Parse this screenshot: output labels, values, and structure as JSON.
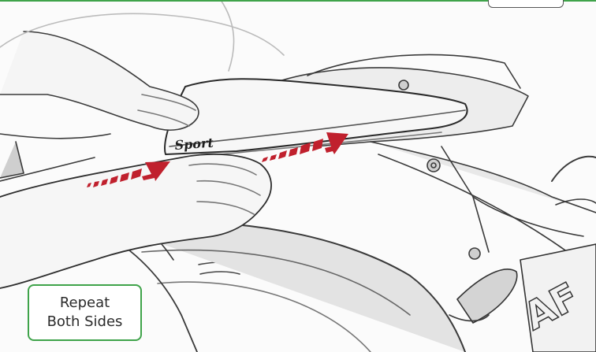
{
  "callout": {
    "line1": "Repeat",
    "line2": "Both Sides"
  },
  "decal_text": "Sport",
  "plate_text": "AF",
  "colors": {
    "frame_green": "#3fa34a",
    "arrow_red": "#c0202d",
    "sketch_line": "#3a3a3a",
    "sketch_shade": "#d8d8d8"
  }
}
